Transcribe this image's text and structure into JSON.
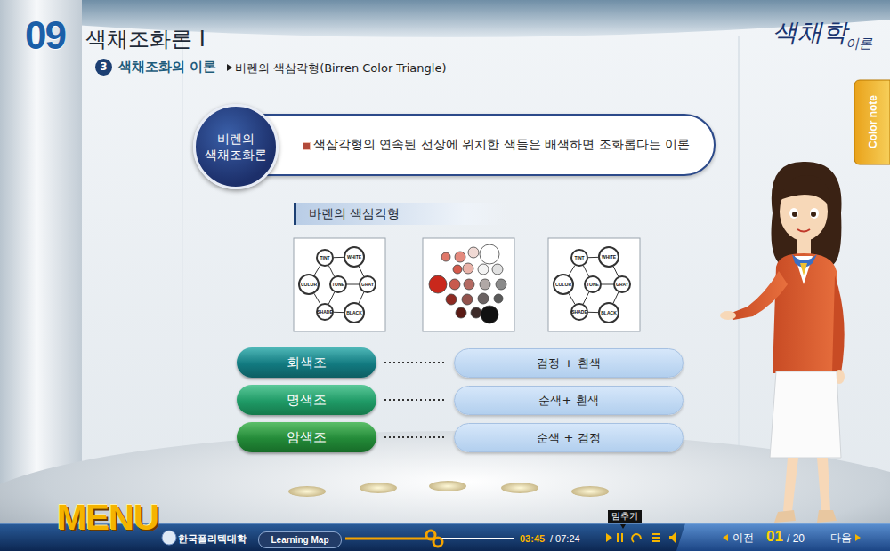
{
  "diagram": {
    "title": "색채조화론 Ⅰ",
    "nodes": [
      {
        "text": [
          "비렌의 색채조화론"
        ]
      },
      {
        "text": [
          "색삼각형의 연속된 선상에 위치한 색들은 배색하면 조화롭다는 이론"
        ]
      },
      {
        "text": [
          "바렌의 색삼각형"
        ]
      },
      {
        "text": [
          "TINT"
        ]
      },
      {
        "text": [
          "WHITE"
        ]
      },
      {
        "text": [
          "COLOR"
        ]
      },
      {
        "text": [
          "TONE"
        ]
      },
      {
        "text": [
          "GRAY"
        ]
      },
      {
        "text": [
          "SHADE"
        ]
      },
      {
        "text": [
          "BLACK"
        ]
      },
      {
        "text": [
          "TINT"
        ]
      },
      {
        "text": [
          "WHITE"
        ]
      },
      {
        "text": [
          "COLOR"
        ]
      },
      {
        "text": [
          "TONE"
        ]
      },
      {
        "text": [
          "GRAY"
        ]
      },
      {
        "text": [
          "SHADE"
        ]
      },
      {
        "text": [
          "BLACK"
        ]
      },
      {
        "text": [
          "회색조"
        ]
      },
      {
        "text": [
          "검정 + 흰색"
        ]
      },
      {
        "text": [
          "명색조"
        ]
      },
      {
        "text": [
          "순색+ 흰색"
        ]
      },
      {
        "text": [
          "암색조"
        ]
      },
      {
        "text": [
          "순색 + 검정"
        ]
      }
    ],
    "edges": [
      {
        "from": 5,
        "to": 3,
        "arrow": "none"
      },
      {
        "from": 3,
        "to": 4,
        "arrow": "none"
      },
      {
        "from": 4,
        "to": 7,
        "arrow": "none"
      },
      {
        "from": 7,
        "to": 9,
        "arrow": "none"
      },
      {
        "from": 9,
        "to": 8,
        "arrow": "none"
      },
      {
        "from": 8,
        "to": 5,
        "arrow": "none"
      },
      {
        "from": 3,
        "to": 6,
        "arrow": "none"
      },
      {
        "from": 6,
        "to": 8,
        "arrow": "none"
      },
      {
        "from": 6,
        "to": 7,
        "arrow": "none"
      },
      {
        "from": 12,
        "to": 10,
        "arrow": "none"
      },
      {
        "from": 10,
        "to": 11,
        "arrow": "none"
      },
      {
        "from": 11,
        "to": 14,
        "arrow": "none"
      },
      {
        "from": 14,
        "to": 16,
        "arrow": "none"
      },
      {
        "from": 16,
        "to": 15,
        "arrow": "none"
      },
      {
        "from": 15,
        "to": 12,
        "arrow": "none"
      },
      {
        "from": 10,
        "to": 13,
        "arrow": "none"
      },
      {
        "from": 13,
        "to": 15,
        "arrow": "none"
      },
      {
        "from": 13,
        "to": 14,
        "arrow": "none"
      },
      {
        "from": 17,
        "to": 18,
        "arrow": "none"
      },
      {
        "from": 19,
        "to": 20,
        "arrow": "none"
      },
      {
        "from": 21,
        "to": 22,
        "arrow": "none"
      }
    ],
    "labels": [
      "09",
      "3",
      "색채조화의 이론",
      "비렌의 색삼각형(Birren Color Triangle)",
      "색채학",
      "이론",
      "Color note",
      "MENU",
      "한국폴리텍대학",
      "Learning Map",
      "03:45",
      "/ 07:24",
      "멈추기",
      "이전",
      "01",
      "/ 20",
      "다음"
    ]
  }
}
